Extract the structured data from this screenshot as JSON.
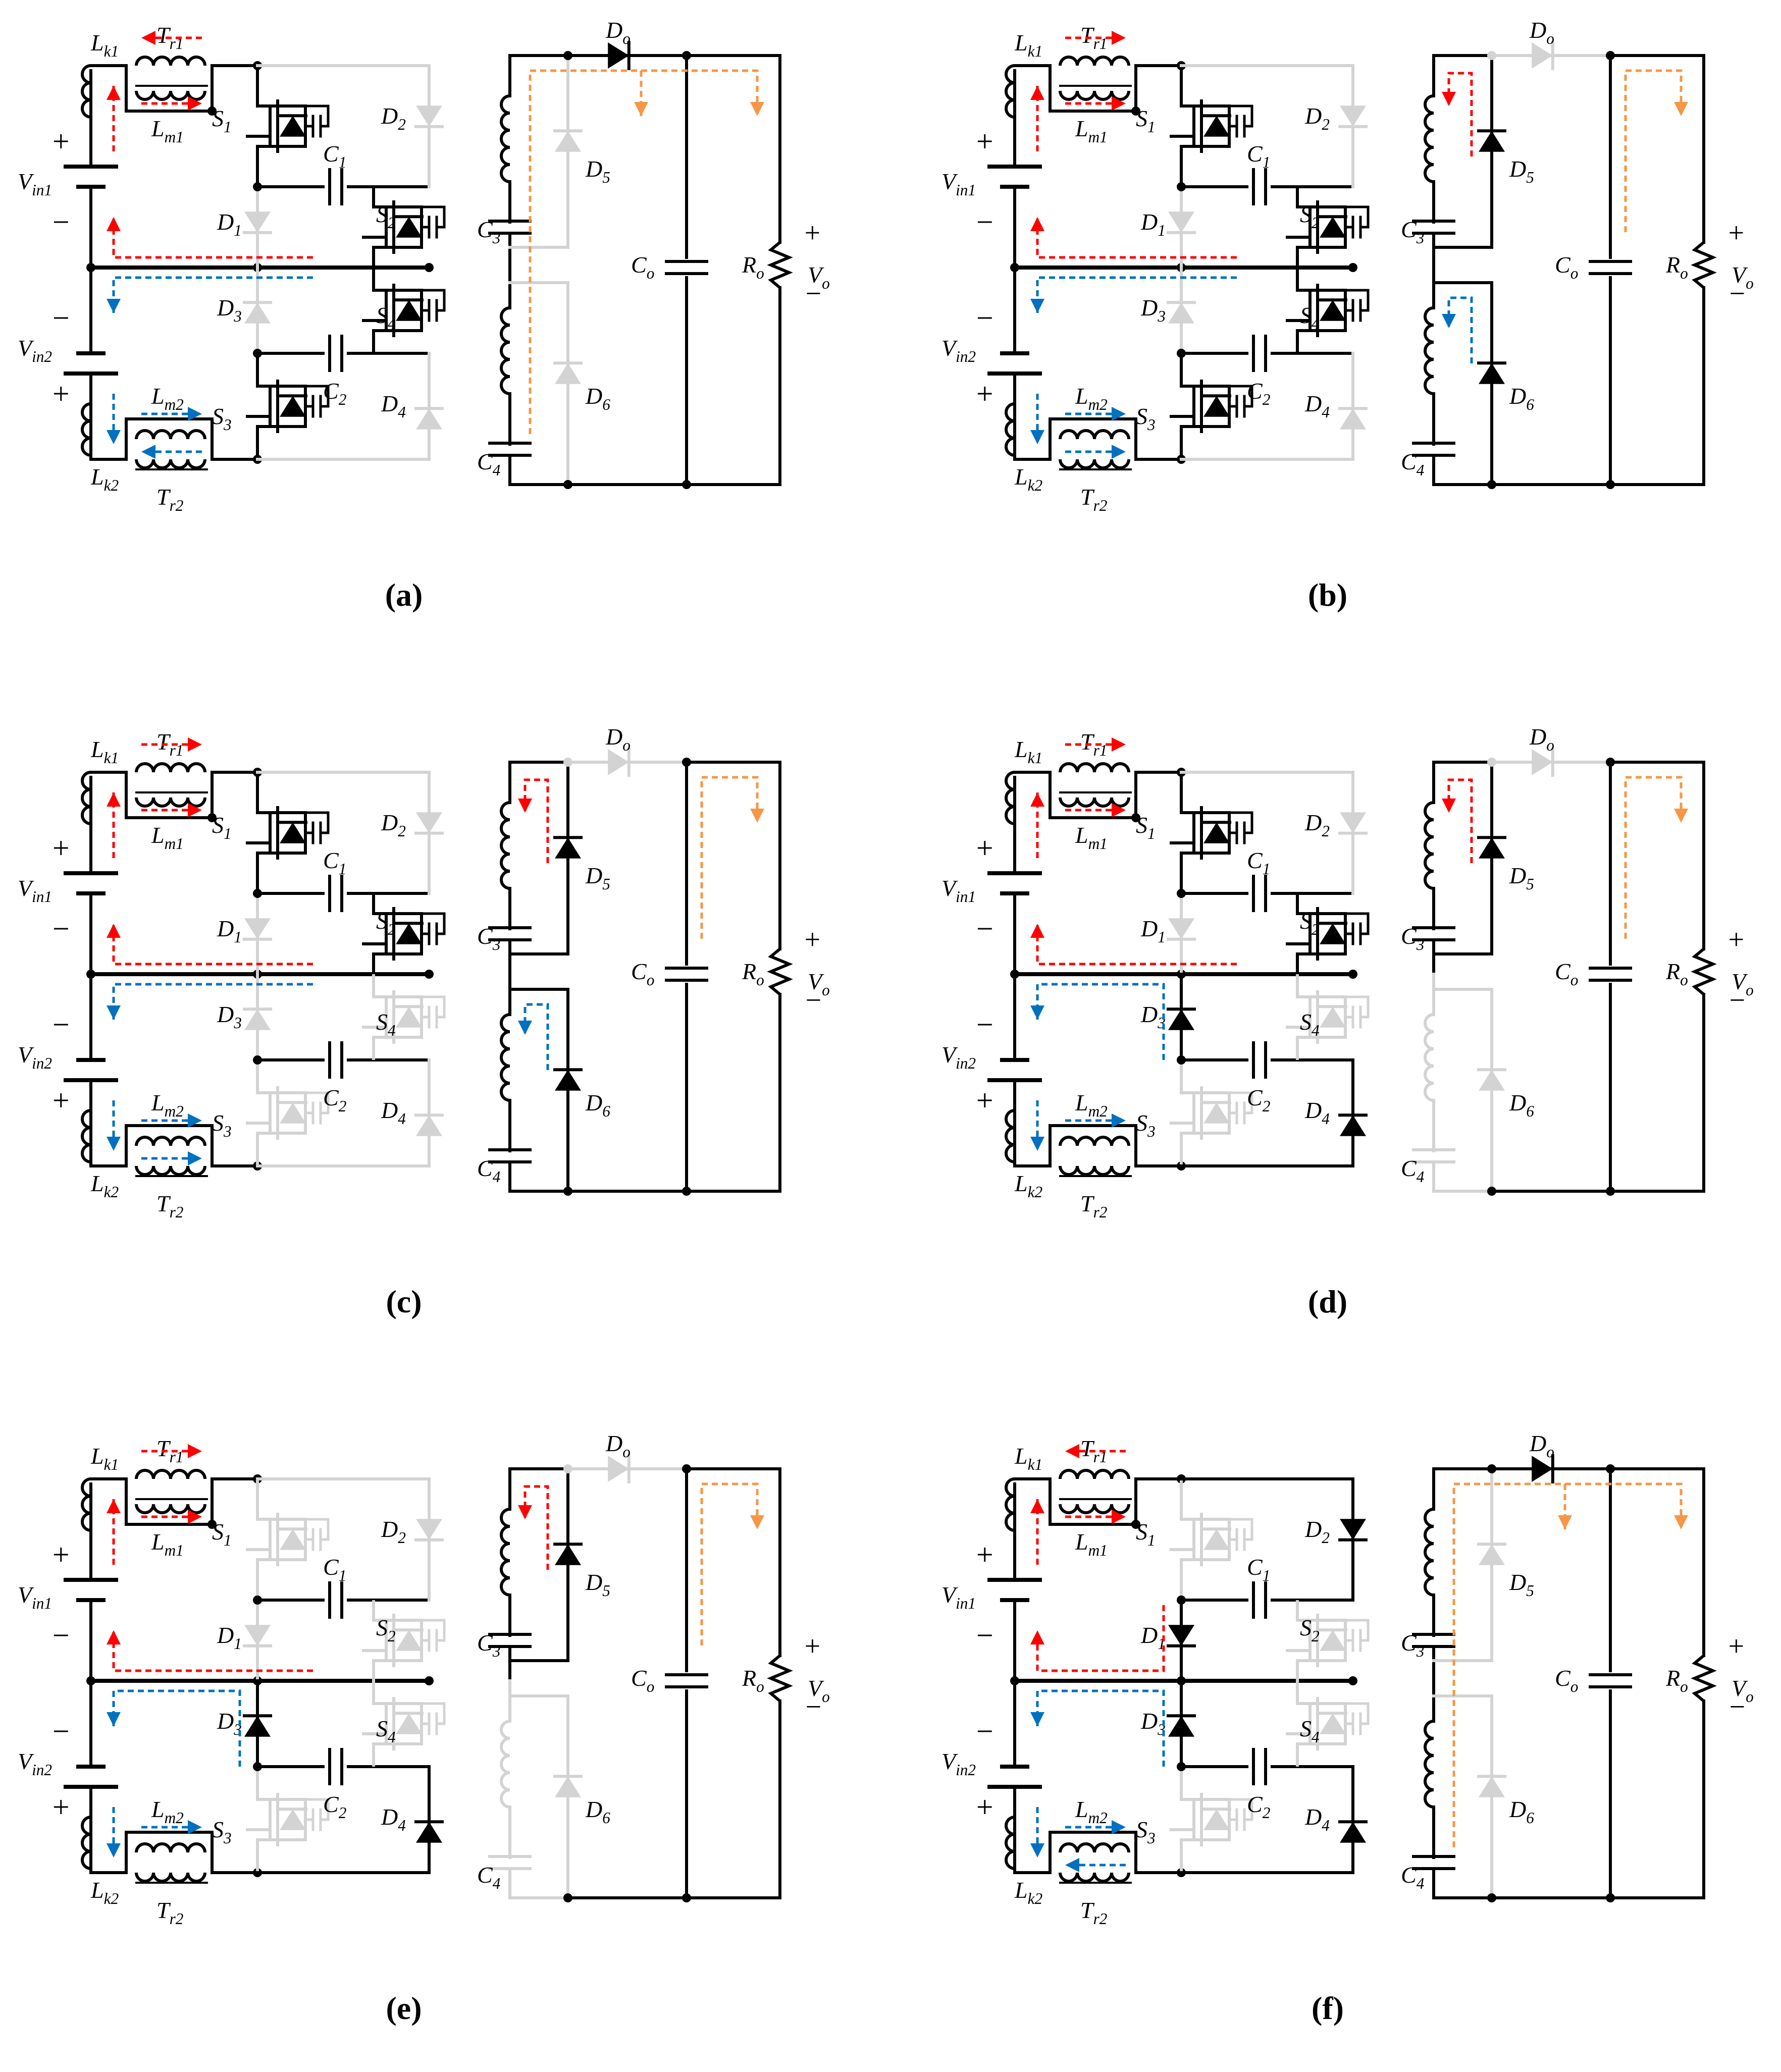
{
  "colors": {
    "active": "#000000",
    "inactive": "#d3d3d3",
    "red_path": "#ff0000",
    "blue_path": "#0070c0",
    "orange_path": "#f79646",
    "background": "#ffffff"
  },
  "panels": [
    {
      "id": "a",
      "caption": "(a)",
      "labels": [
        "L_k1",
        "T_r1",
        "L_m1",
        "S_1",
        "C_1",
        "S_2",
        "S_4",
        "C_2",
        "S_3",
        "L_m2",
        "T_r2",
        "L_k2",
        "V_in1",
        "V_in2",
        "D_1",
        "D_2",
        "D_3",
        "D_4",
        "D_o",
        "D_5",
        "D_6",
        "C_3",
        "C_4",
        "C_o",
        "R_o",
        "V_o"
      ],
      "active": [
        "S1",
        "S2",
        "S3",
        "S4",
        "Do",
        "C3",
        "C4",
        "out"
      ],
      "inactive": [
        "D1",
        "D2",
        "D3",
        "D4",
        "D5",
        "D6"
      ],
      "tr1_arrow": "left",
      "tr2_arrow": "left",
      "paths": [
        "red",
        "blue",
        "orange_long"
      ]
    },
    {
      "id": "b",
      "caption": "(b)",
      "labels": [
        "L_k1",
        "T_r1",
        "L_m1",
        "S_1",
        "C_1",
        "S_2",
        "S_4",
        "C_2",
        "S_3",
        "L_m2",
        "T_r2",
        "L_k2",
        "V_in1",
        "V_in2",
        "D_1",
        "D_2",
        "D_3",
        "D_4",
        "D_o",
        "D_5",
        "D_6",
        "C_3",
        "C_4",
        "C_o",
        "R_o",
        "V_o"
      ],
      "active": [
        "S1",
        "S2",
        "S3",
        "S4",
        "D5",
        "D6",
        "C3",
        "C4",
        "out"
      ],
      "inactive": [
        "D1",
        "D2",
        "D3",
        "D4",
        "Do"
      ],
      "tr1_arrow": "right",
      "tr2_arrow": "right",
      "paths": [
        "red",
        "blue",
        "red_loop",
        "blue_loop",
        "orange_short"
      ]
    },
    {
      "id": "c",
      "caption": "(c)",
      "labels": [
        "L_k1",
        "T_r1",
        "L_m1",
        "S_1",
        "C_1",
        "S_2",
        "S_4",
        "C_2",
        "S_3",
        "L_m2",
        "T_r2",
        "L_k2",
        "V_in1",
        "V_in2",
        "D_1",
        "D_2",
        "D_3",
        "D_4",
        "D_o",
        "D_5",
        "D_6",
        "C_3",
        "C_4",
        "C_o",
        "R_o",
        "V_o"
      ],
      "active": [
        "S1",
        "S2",
        "D5",
        "D6",
        "C3",
        "C4",
        "out"
      ],
      "inactive": [
        "S3",
        "S4",
        "D1",
        "D2",
        "D3",
        "D4",
        "Do"
      ],
      "tr1_arrow": "right",
      "tr2_arrow": "right",
      "paths": [
        "red",
        "blue",
        "red_loop",
        "blue_loop",
        "orange_short"
      ]
    },
    {
      "id": "d",
      "caption": "(d)",
      "labels": [
        "L_k1",
        "T_r1",
        "L_m1",
        "S_1",
        "C_1",
        "S_2",
        "S_4",
        "C_2",
        "S_3",
        "L_m2",
        "T_r2",
        "L_k2",
        "V_in1",
        "V_in2",
        "D_1",
        "D_2",
        "D_3",
        "D_4",
        "D_o",
        "D_5",
        "D_6",
        "C_3",
        "C_4",
        "C_o",
        "R_o",
        "V_o"
      ],
      "active": [
        "S1",
        "S2",
        "D3",
        "D4",
        "D5",
        "C3",
        "out"
      ],
      "inactive": [
        "S3",
        "S4",
        "D1",
        "D2",
        "D6",
        "Do",
        "C4"
      ],
      "tr1_arrow": "right",
      "tr2_arrow": "none",
      "paths": [
        "red",
        "blue_d3",
        "red_loop",
        "orange_short"
      ]
    },
    {
      "id": "e",
      "caption": "(e)",
      "labels": [
        "L_k1",
        "T_r1",
        "L_m1",
        "S_1",
        "C_1",
        "S_2",
        "S_4",
        "C_2",
        "S_3",
        "L_m2",
        "T_r2",
        "L_k2",
        "V_in1",
        "V_in2",
        "D_1",
        "D_2",
        "D_3",
        "D_4",
        "D_o",
        "D_5",
        "D_6",
        "C_3",
        "C_4",
        "C_o",
        "R_o",
        "V_o"
      ],
      "active": [
        "D3",
        "D4",
        "D5",
        "C3",
        "out"
      ],
      "inactive": [
        "S1",
        "S2",
        "S3",
        "S4",
        "D1",
        "D2",
        "D6",
        "Do",
        "C4"
      ],
      "tr1_arrow": "right",
      "tr2_arrow": "none",
      "paths": [
        "red",
        "blue_d3",
        "red_loop",
        "orange_short"
      ]
    },
    {
      "id": "f",
      "caption": "(f)",
      "labels": [
        "L_k1",
        "T_r1",
        "L_m1",
        "S_1",
        "C_1",
        "S_2",
        "S_4",
        "C_2",
        "S_3",
        "L_m2",
        "T_r2",
        "L_k2",
        "V_in1",
        "V_in2",
        "D_1",
        "D_2",
        "D_3",
        "D_4",
        "D_o",
        "D_5",
        "D_6",
        "C_3",
        "C_4",
        "C_o",
        "R_o",
        "V_o"
      ],
      "active": [
        "D1",
        "D2",
        "D3",
        "D4",
        "Do",
        "C3",
        "C4",
        "out"
      ],
      "inactive": [
        "S1",
        "S2",
        "S3",
        "S4",
        "D5",
        "D6"
      ],
      "tr1_arrow": "left",
      "tr2_arrow": "left",
      "paths": [
        "red_d1",
        "blue_d3",
        "orange_long"
      ]
    }
  ]
}
